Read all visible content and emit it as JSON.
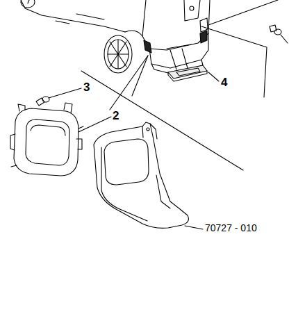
{
  "diagram": {
    "labels": [
      "3",
      "2",
      "4",
      "70727 - 010"
    ]
  }
}
